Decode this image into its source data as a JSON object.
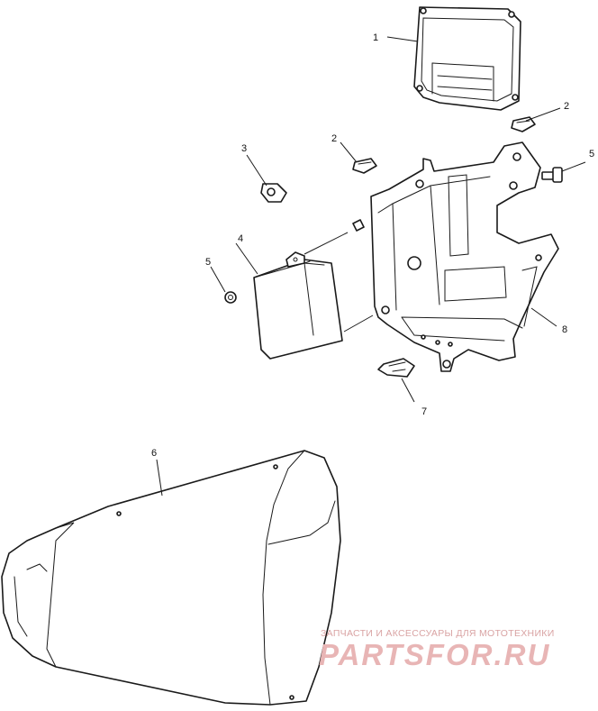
{
  "callouts": {
    "c1": "1",
    "c2a": "2",
    "c2b": "2",
    "c3": "3",
    "c4": "4",
    "c5a": "5",
    "c5b": "5",
    "c6": "6",
    "c7": "7",
    "c8": "8"
  },
  "watermark": {
    "tagline": "ЗАПЧАСТИ И АКСЕССУАРЫ ДЛЯ МОТОТЕХНИКИ",
    "brand": "PARTSFOR.RU"
  },
  "colors": {
    "line": "#1a1a1a",
    "watermark": "#e8b5b5"
  }
}
